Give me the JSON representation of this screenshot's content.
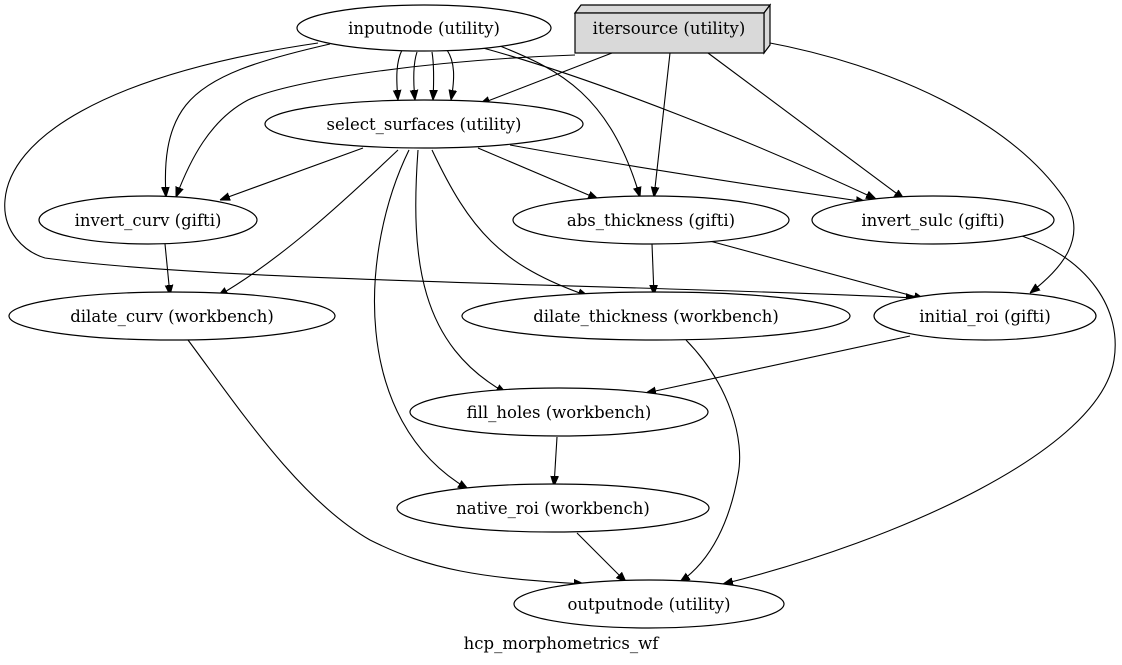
{
  "graph": {
    "label": "hcp_morphometrics_wf",
    "nodes": {
      "inputnode": "inputnode (utility)",
      "itersource": "itersource (utility)",
      "select_surfaces": "select_surfaces (utility)",
      "invert_curv": "invert_curv (gifti)",
      "abs_thickness": "abs_thickness (gifti)",
      "invert_sulc": "invert_sulc (gifti)",
      "dilate_curv": "dilate_curv (workbench)",
      "dilate_thickness": "dilate_thickness (workbench)",
      "initial_roi": "initial_roi (gifti)",
      "fill_holes": "fill_holes (workbench)",
      "native_roi": "native_roi (workbench)",
      "outputnode": "outputnode (utility)"
    },
    "edges": [
      {
        "from": "inputnode",
        "to": "select_surfaces"
      },
      {
        "from": "inputnode",
        "to": "select_surfaces"
      },
      {
        "from": "inputnode",
        "to": "select_surfaces"
      },
      {
        "from": "inputnode",
        "to": "select_surfaces"
      },
      {
        "from": "inputnode",
        "to": "invert_curv"
      },
      {
        "from": "inputnode",
        "to": "abs_thickness"
      },
      {
        "from": "inputnode",
        "to": "invert_sulc"
      },
      {
        "from": "inputnode",
        "to": "initial_roi"
      },
      {
        "from": "itersource",
        "to": "select_surfaces"
      },
      {
        "from": "itersource",
        "to": "invert_curv"
      },
      {
        "from": "itersource",
        "to": "abs_thickness"
      },
      {
        "from": "itersource",
        "to": "invert_sulc"
      },
      {
        "from": "itersource",
        "to": "initial_roi"
      },
      {
        "from": "select_surfaces",
        "to": "invert_curv"
      },
      {
        "from": "select_surfaces",
        "to": "abs_thickness"
      },
      {
        "from": "select_surfaces",
        "to": "invert_sulc"
      },
      {
        "from": "select_surfaces",
        "to": "dilate_curv"
      },
      {
        "from": "select_surfaces",
        "to": "dilate_thickness"
      },
      {
        "from": "select_surfaces",
        "to": "fill_holes"
      },
      {
        "from": "select_surfaces",
        "to": "native_roi"
      },
      {
        "from": "invert_curv",
        "to": "dilate_curv"
      },
      {
        "from": "abs_thickness",
        "to": "dilate_thickness"
      },
      {
        "from": "abs_thickness",
        "to": "initial_roi"
      },
      {
        "from": "initial_roi",
        "to": "fill_holes"
      },
      {
        "from": "fill_holes",
        "to": "native_roi"
      },
      {
        "from": "dilate_curv",
        "to": "outputnode"
      },
      {
        "from": "dilate_thickness",
        "to": "outputnode"
      },
      {
        "from": "native_roi",
        "to": "outputnode"
      },
      {
        "from": "invert_sulc",
        "to": "outputnode"
      }
    ]
  }
}
